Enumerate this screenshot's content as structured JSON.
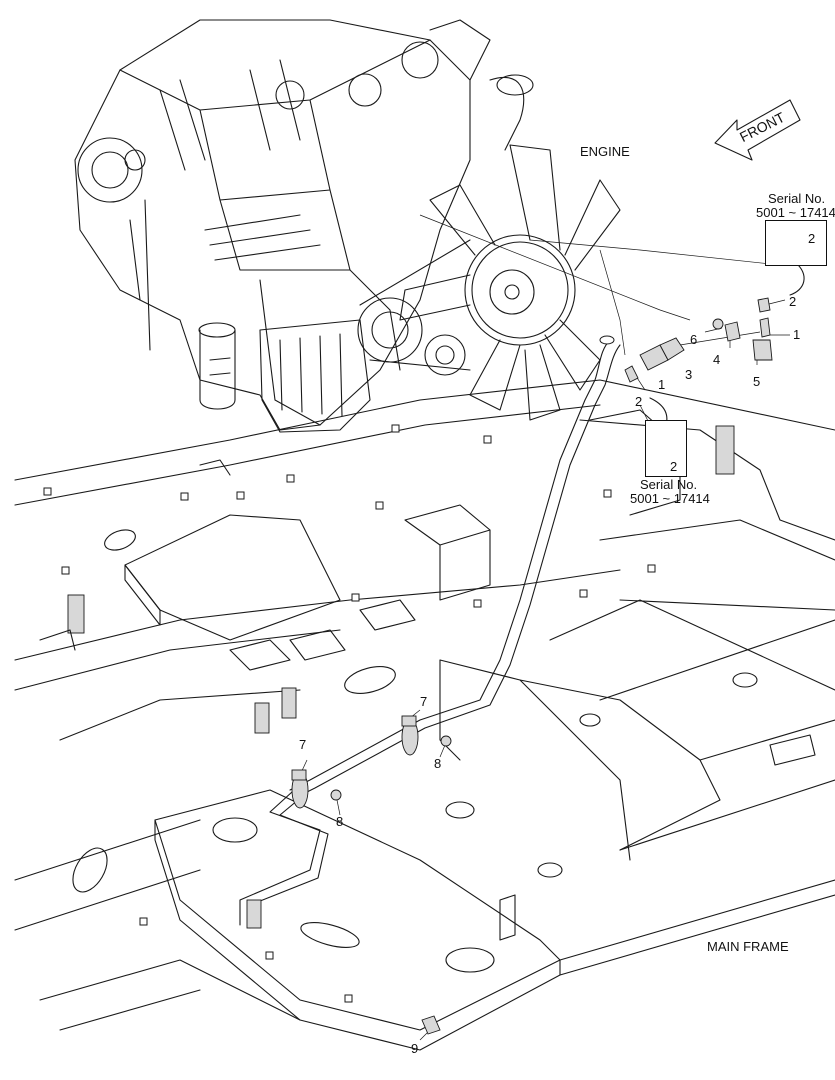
{
  "labels": {
    "engine": "ENGINE",
    "main_frame": "MAIN FRAME",
    "front": "FRONT",
    "serial_top": {
      "line1": "Serial No.",
      "line2": "5001 ~ 17414"
    },
    "serial_mid": {
      "line1": "Serial No.",
      "line2": "5001 ~ 17414"
    }
  },
  "callouts": [
    "1",
    "1",
    "2",
    "2",
    "2",
    "2",
    "3",
    "4",
    "5",
    "6",
    "7",
    "7",
    "8",
    "8",
    "9"
  ]
}
